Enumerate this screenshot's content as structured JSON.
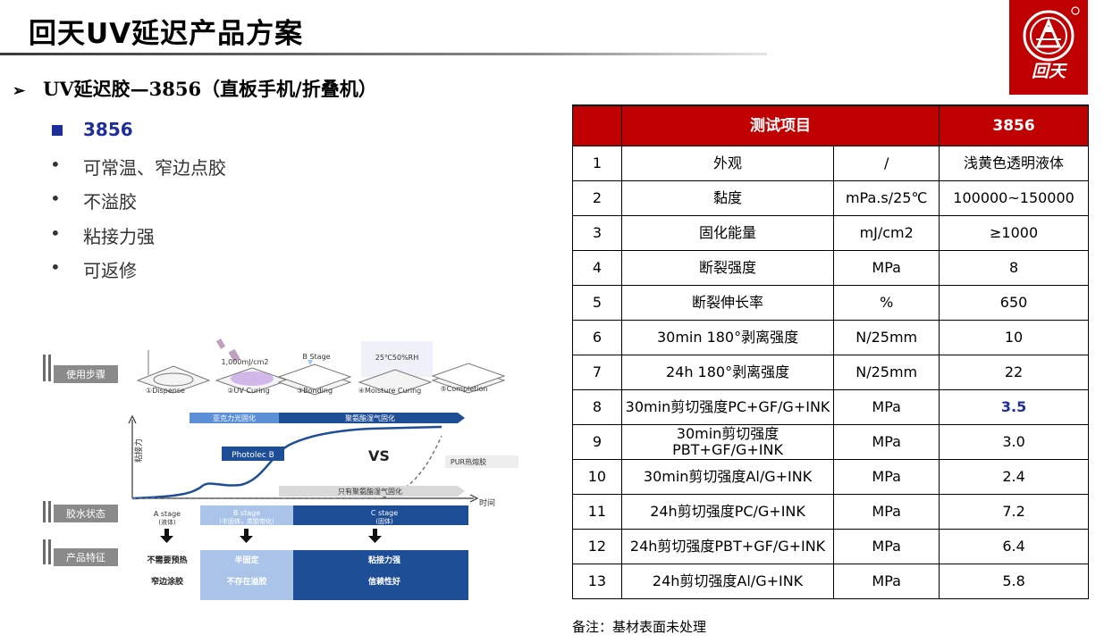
{
  "header": {
    "title": "回天UV延迟产品方案",
    "logo_text": "回天"
  },
  "subtitle": "UV延迟胶—3856（直板手机/折叠机）",
  "features": {
    "heading": "3856",
    "items": [
      "可常温、窄边点胶",
      "不溢胶",
      "粘接力强",
      "可返修"
    ]
  },
  "table": {
    "headers": [
      "测试项目",
      "3856"
    ],
    "rows": [
      {
        "no": "1",
        "item": "外观",
        "unit": "/",
        "value": "浅黄色透明液体"
      },
      {
        "no": "2",
        "item": "黏度",
        "unit": "mPa.s/25℃",
        "value": "100000~150000"
      },
      {
        "no": "3",
        "item": "固化能量",
        "unit": "mJ/cm2",
        "value": "≥1000"
      },
      {
        "no": "4",
        "item": "断裂强度",
        "unit": "MPa",
        "value": "8"
      },
      {
        "no": "5",
        "item": "断裂伸长率",
        "unit": "%",
        "value": "650"
      },
      {
        "no": "6",
        "item": "30min 180°剥离强度",
        "unit": "N/25mm",
        "value": "10"
      },
      {
        "no": "7",
        "item": "24h 180°剥离强度",
        "unit": "N/25mm",
        "value": "22"
      },
      {
        "no": "8",
        "item": "30min剪切强度PC+GF/G+INK",
        "unit": "MPa",
        "value": "3.5"
      },
      {
        "no": "9",
        "item": "30min剪切强度 PBT+GF/G+INK",
        "unit": "MPa",
        "value": "3.0"
      },
      {
        "no": "10",
        "item": "30min剪切强度Al/G+INK",
        "unit": "MPa",
        "value": "2.4"
      },
      {
        "no": "11",
        "item": "24h剪切强度PC/G+INK",
        "unit": "MPa",
        "value": "7.2"
      },
      {
        "no": "12",
        "item": "24h剪切强度PBT+GF/G+INK",
        "unit": "MPa",
        "value": "6.4"
      },
      {
        "no": "13",
        "item": "24h剪切强度Al/G+INK",
        "unit": "MPa",
        "value": "5.8"
      }
    ]
  },
  "note": "备注：基材表面未处理",
  "diagram": {
    "row_labels": [
      "使用步骤",
      "胶水状态",
      "产品特征"
    ],
    "steps": [
      "①Dispense",
      "②UV Curing",
      "③Bonding",
      "④Moisture Curing",
      "⑤Completion"
    ],
    "step_notes": {
      "uv": "1,000mJ/cm2",
      "bstage": "B Stage",
      "moisture": "25℃50%RH"
    },
    "axis_y": "粘接力",
    "axis_x": "时间",
    "bar_top_a": "亚克力光固化",
    "bar_top_b": "聚氨酯湿气固化",
    "bar_bottom": "只有聚氨酯湿气固化",
    "photolec": "Photolec B",
    "vs": "VS",
    "pur": "PUR热熔胶",
    "stages": [
      {
        "name": "A stage",
        "desc": "(液体)"
      },
      {
        "name": "B stage",
        "desc": "(半固体，类胶带化)"
      },
      {
        "name": "C stage",
        "desc": "(固体)"
      }
    ],
    "features_a": [
      "不需要预热",
      "窄边涂胶"
    ],
    "features_b": [
      "半固定",
      "不存在溢胶"
    ],
    "features_c": [
      "粘接力强",
      "信赖性好"
    ]
  }
}
